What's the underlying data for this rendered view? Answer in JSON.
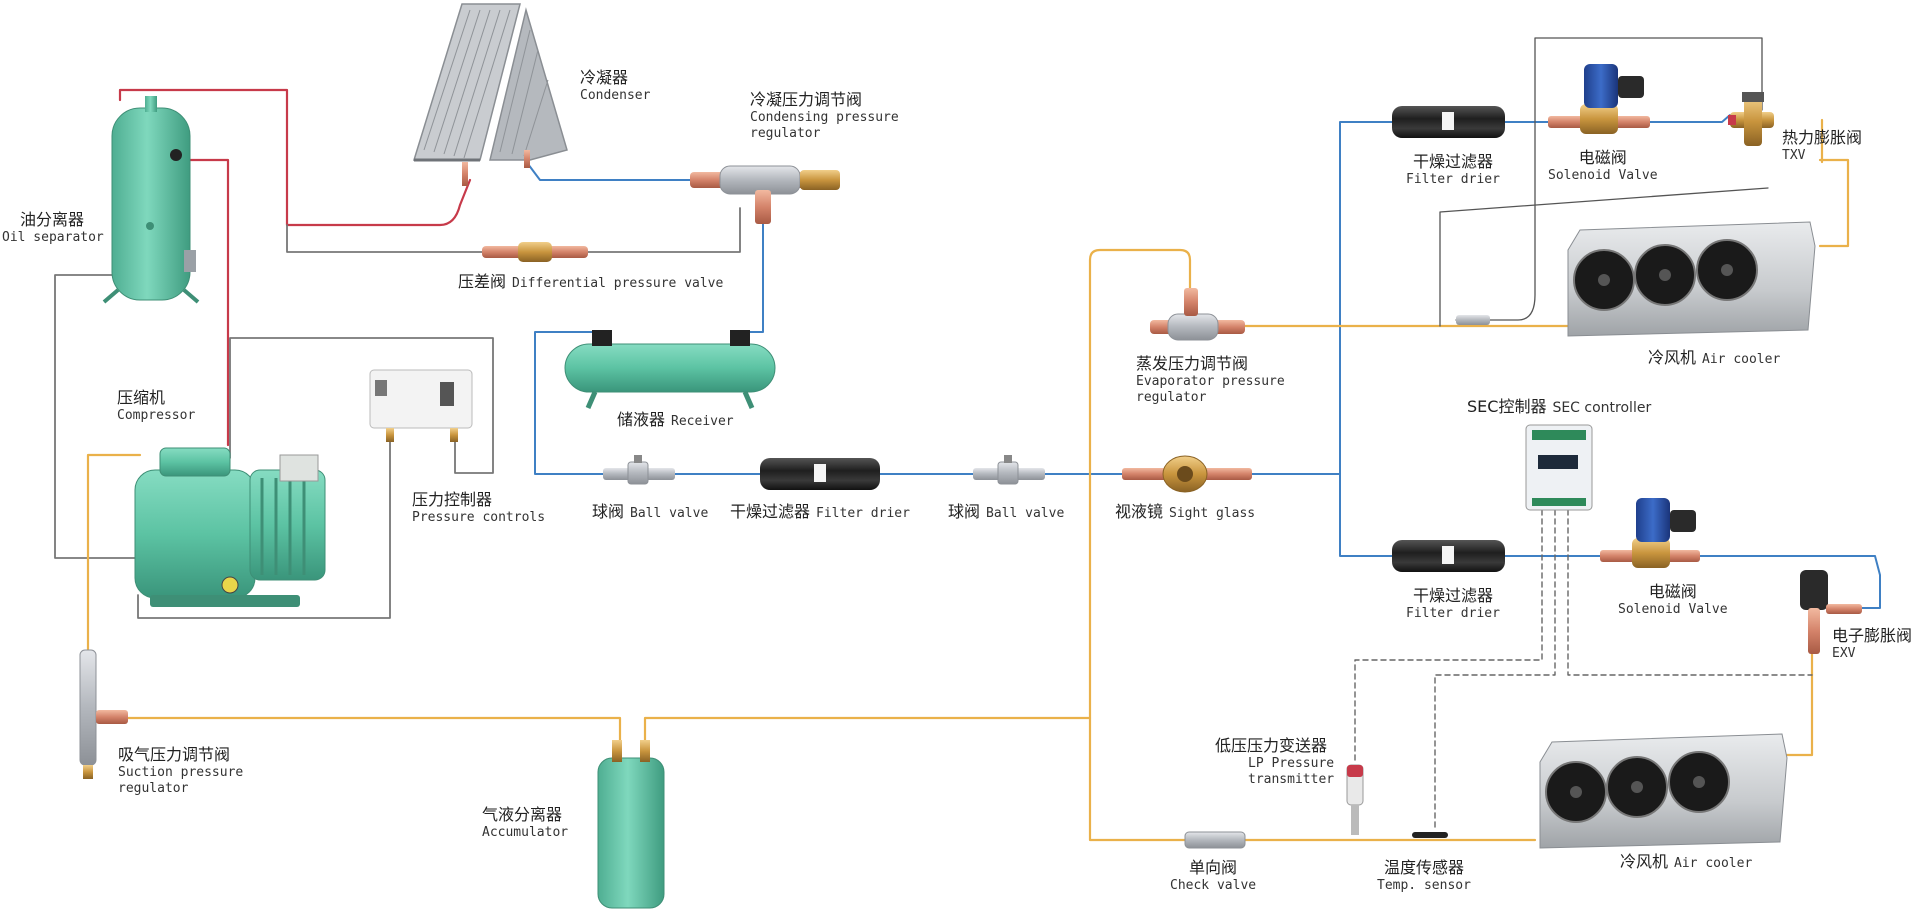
{
  "colors": {
    "hot_gas": "#c73a4a",
    "liquid": "#3f80c4",
    "suction": "#eab14a",
    "signal": "#666666",
    "equipment": "#5fc6a6",
    "brass": "#c99a55",
    "copper": "#d98a6a",
    "steel": "#b8bcc2",
    "dark": "#2e2e2e"
  },
  "labels": {
    "condenser": {
      "zh": "冷凝器",
      "en": "Condenser"
    },
    "cpr": {
      "zh": "冷凝压力调节阀",
      "en1": "Condensing pressure",
      "en2": "regulator"
    },
    "oil_sep": {
      "zh": "油分离器",
      "en": "Oil separator"
    },
    "diff_valve": {
      "zh": "压差阀",
      "en": "Differential pressure valve"
    },
    "compressor": {
      "zh": "压缩机",
      "en": "Compressor"
    },
    "receiver": {
      "zh": "储液器",
      "en": "Receiver"
    },
    "pressure_ctrl": {
      "zh": "压力控制器",
      "en": "Pressure controls"
    },
    "ball_valve_1": {
      "zh": "球阀",
      "en": "Ball valve"
    },
    "filter_drier_main": {
      "zh": "干燥过滤器",
      "en": "Filter drier"
    },
    "ball_valve_2": {
      "zh": "球阀",
      "en": "Ball valve"
    },
    "sight_glass": {
      "zh": "视液镜",
      "en": "Sight glass"
    },
    "epr": {
      "zh": "蒸发压力调节阀",
      "en1": "Evaporator pressure",
      "en2": "regulator"
    },
    "filter_drier_top": {
      "zh": "干燥过滤器",
      "en": "Filter drier"
    },
    "solenoid_top": {
      "zh": "电磁阀",
      "en": "Solenoid Valve"
    },
    "txv": {
      "zh": "热力膨胀阀",
      "en": "TXV"
    },
    "air_cooler_top": {
      "zh": "冷风机",
      "en": "Air cooler"
    },
    "sec": {
      "zh": "SEC控制器",
      "en": "SEC controller"
    },
    "filter_drier_bottom": {
      "zh": "干燥过滤器",
      "en": "Filter drier"
    },
    "solenoid_bottom": {
      "zh": "电磁阀",
      "en": "Solenoid Valve"
    },
    "exv": {
      "zh": "电子膨胀阀",
      "en": "EXV"
    },
    "lp_transmitter": {
      "zh": "低压压力变送器",
      "en1": "LP Pressure",
      "en2": "transmitter"
    },
    "suction_reg": {
      "zh": "吸气压力调节阀",
      "en1": "Suction pressure",
      "en2": "regulator"
    },
    "accumulator": {
      "zh": "气液分离器",
      "en": "Accumulator"
    },
    "check_valve": {
      "zh": "单向阀",
      "en": "Check valve"
    },
    "temp_sensor": {
      "zh": "温度传感器",
      "en": "Temp. sensor"
    },
    "air_cooler_bottom": {
      "zh": "冷风机",
      "en": "Air cooler"
    }
  }
}
